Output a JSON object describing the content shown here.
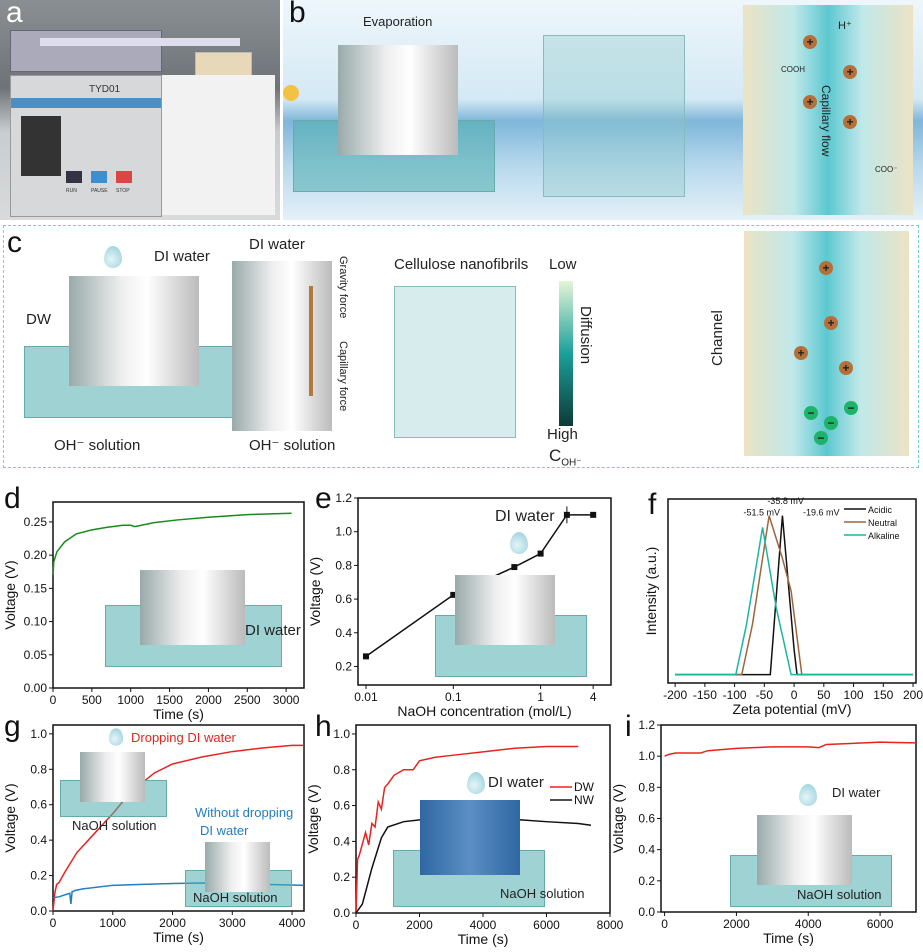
{
  "panels": {
    "a": {
      "label": "a",
      "device_model": "TYD01",
      "buttons": [
        "RUN",
        "PAUSE",
        "STOP"
      ]
    },
    "b": {
      "label": "b",
      "evaporation": "Evaporation",
      "capillary_flow": "Capillary flow",
      "h_plus": "H⁺",
      "cooh": "COOH",
      "coo_minus": "COO⁻"
    },
    "c": {
      "label": "c",
      "di_water_1": "DI water",
      "dw": "DW",
      "oh_solution_1": "OH⁻ solution",
      "di_water_2": "DI water",
      "gravity_force": "Gravity force",
      "capillary_force": "Capillary force",
      "oh_solution_2": "OH⁻ solution",
      "cellulose": "Cellulose nanofibrils",
      "low": "Low",
      "high": "High",
      "diffusion": "Diffusion",
      "c_oh": "C",
      "c_oh_sub": "OH⁻",
      "channel": "Channel"
    },
    "d": {
      "label": "d",
      "inset": "DI water"
    },
    "e": {
      "label": "e",
      "inset": "DI water"
    },
    "f": {
      "label": "f"
    },
    "g": {
      "label": "g",
      "inset1": "Dropping DI water",
      "inset2a": "Without dropping",
      "inset2b": "DI water",
      "naoh1": "NaOH solution",
      "naoh2": "NaOH solution"
    },
    "h": {
      "label": "h",
      "inset": "DI water",
      "naoh": "NaOH solution"
    },
    "i": {
      "label": "i",
      "inset": "DI water",
      "naoh": "NaOH solution"
    }
  },
  "colors": {
    "green": "#1a8a1a",
    "red": "#e8231f",
    "blue": "#1f7fc0",
    "black": "#111111",
    "brown": "#a0643c",
    "teal": "#1bb5a5"
  },
  "chart_data": [
    {
      "id": "d",
      "type": "line",
      "xlabel": "Time (s)",
      "ylabel": "Voltage (V)",
      "xlim": [
        0,
        3230
      ],
      "ylim": [
        0,
        0.28
      ],
      "xticks": [
        0,
        500,
        1000,
        1500,
        2000,
        2500,
        3000
      ],
      "yticks": [
        0,
        0.05,
        0.1,
        0.15,
        0.2,
        0.25
      ],
      "ydec": 2,
      "series": [
        {
          "name": "DI water",
          "color": "#1a8a1a",
          "x": [
            0,
            10,
            50,
            150,
            300,
            500,
            700,
            900,
            1000,
            1050,
            1100,
            1300,
            1600,
            2000,
            2500,
            3070
          ],
          "y": [
            0.17,
            0.19,
            0.205,
            0.22,
            0.232,
            0.238,
            0.242,
            0.245,
            0.245,
            0.243,
            0.244,
            0.249,
            0.253,
            0.257,
            0.261,
            0.263
          ]
        }
      ]
    },
    {
      "id": "e",
      "type": "line",
      "xscale": "log",
      "xlabel": "NaOH concentration (mol/L)",
      "ylabel": "Voltage (V)",
      "xlim": [
        0.0081,
        6.4
      ],
      "ylim": [
        0.09,
        1.2
      ],
      "xticks": [
        0.01,
        0.1,
        1,
        4
      ],
      "xticklabels": [
        "0.01",
        "0.1",
        "1",
        "4"
      ],
      "yticks": [
        0.2,
        0.4,
        0.6,
        0.8,
        1.0,
        1.2
      ],
      "ydec": 1,
      "series": [
        {
          "name": "voltage",
          "color": "#111111",
          "markers": true,
          "x": [
            0.01,
            0.1,
            0.5,
            1,
            2,
            4
          ],
          "y": [
            0.26,
            0.625,
            0.79,
            0.87,
            1.1,
            1.1
          ],
          "err": [
            0.01,
            0.01,
            0.01,
            0.01,
            0.05,
            0.01
          ]
        }
      ]
    },
    {
      "id": "f",
      "type": "line",
      "xlabel": "Zeta potential (mV)",
      "ylabel": "Intensity (a.u.)",
      "xlim": [
        -212,
        205
      ],
      "ylim": [
        0,
        1.1
      ],
      "xticks": [
        -200,
        -150,
        -100,
        -50,
        0,
        50,
        100,
        150,
        200
      ],
      "yticks": [],
      "legend": "top-right",
      "annotations": [
        {
          "text": "-35.8 mV",
          "x": -45,
          "y": 1.07
        },
        {
          "text": "-51.5 mV",
          "x": -85,
          "y": 1.0
        },
        {
          "text": "-19.6 mV",
          "x": 15,
          "y": 1.0
        }
      ],
      "series": [
        {
          "name": "Acidic",
          "color": "#111111",
          "x": [
            -200,
            -40,
            -19.6,
            0,
            5,
            200
          ],
          "y": [
            0.05,
            0.05,
            1.0,
            0.2,
            0.05,
            0.05
          ]
        },
        {
          "name": "Neutral",
          "color": "#a0643c",
          "x": [
            -200,
            -88,
            -70,
            -42,
            -20,
            -5,
            13,
            200
          ],
          "y": [
            0.05,
            0.05,
            0.35,
            1.0,
            0.75,
            0.55,
            0.05,
            0.05
          ]
        },
        {
          "name": "Alkaline",
          "color": "#1bb5a5",
          "x": [
            -200,
            -98,
            -80,
            -53,
            -30,
            -5,
            200
          ],
          "y": [
            0.05,
            0.05,
            0.35,
            0.93,
            0.45,
            0.05,
            0.05
          ]
        }
      ]
    },
    {
      "id": "g",
      "type": "line",
      "xlabel": "Time (s)",
      "ylabel": "Voltage (V)",
      "xlim": [
        0,
        4200
      ],
      "ylim": [
        0,
        1.05
      ],
      "xticks": [
        0,
        1000,
        2000,
        3000,
        4000
      ],
      "yticks": [
        0,
        0.2,
        0.4,
        0.6,
        0.8,
        1.0
      ],
      "ydec": 1,
      "series": [
        {
          "name": "Dropping DI water",
          "color": "#e8231f",
          "x": [
            0,
            30,
            60,
            100,
            200,
            400,
            700,
            1000,
            1200,
            1400,
            1700,
            2000,
            2500,
            3000,
            3500,
            4000,
            4200
          ],
          "y": [
            0,
            0.1,
            0.15,
            0.16,
            0.22,
            0.33,
            0.44,
            0.55,
            0.63,
            0.7,
            0.78,
            0.83,
            0.87,
            0.9,
            0.92,
            0.935,
            0.935
          ]
        },
        {
          "name": "Without dropping DI water",
          "color": "#1f7fc0",
          "x": [
            0,
            100,
            280,
            300,
            320,
            340,
            360,
            500,
            1000,
            1500,
            2000,
            2500,
            3000,
            3500,
            4000,
            4200
          ],
          "y": [
            0.075,
            0.08,
            0.1,
            0.04,
            0.11,
            0.11,
            0.115,
            0.125,
            0.145,
            0.15,
            0.155,
            0.158,
            0.155,
            0.15,
            0.147,
            0.145
          ]
        }
      ]
    },
    {
      "id": "h",
      "type": "line",
      "xlabel": "Time (s)",
      "ylabel": "Voltage (V)",
      "xlim": [
        0,
        8000
      ],
      "ylim": [
        0,
        1.05
      ],
      "xticks": [
        0,
        2000,
        4000,
        6000,
        8000
      ],
      "yticks": [
        0,
        0.2,
        0.4,
        0.6,
        0.8,
        1.0
      ],
      "ydec": 1,
      "legend": "right",
      "series": [
        {
          "name": "DW",
          "color": "#e8231f",
          "x": [
            0,
            50,
            100,
            300,
            400,
            500,
            600,
            700,
            800,
            900,
            1000,
            1200,
            1500,
            1800,
            2000,
            2500,
            3000,
            4000,
            5000,
            6000,
            7000
          ],
          "y": [
            0,
            0.3,
            0.32,
            0.45,
            0.38,
            0.5,
            0.48,
            0.62,
            0.58,
            0.7,
            0.72,
            0.77,
            0.8,
            0.8,
            0.85,
            0.87,
            0.88,
            0.9,
            0.92,
            0.93,
            0.93
          ]
        },
        {
          "name": "NW",
          "color": "#111111",
          "x": [
            0,
            200,
            500,
            800,
            1000,
            1500,
            2000,
            3000,
            4000,
            5000,
            5050,
            5200,
            6000,
            7000,
            7400
          ],
          "y": [
            0,
            0.05,
            0.25,
            0.42,
            0.48,
            0.51,
            0.52,
            0.52,
            0.5,
            0.48,
            0.52,
            0.52,
            0.51,
            0.5,
            0.49
          ]
        }
      ]
    },
    {
      "id": "i",
      "type": "line",
      "xlabel": "Time (s)",
      "ylabel": "Voltage (V)",
      "xlim": [
        -100,
        7000
      ],
      "ylim": [
        0,
        1.2
      ],
      "xticks": [
        0,
        2000,
        4000,
        6000
      ],
      "yticks": [
        0,
        0.2,
        0.4,
        0.6,
        0.8,
        1.0,
        1.2
      ],
      "ydec": 1,
      "series": [
        {
          "name": "DI water",
          "color": "#e8231f",
          "x": [
            0,
            100,
            300,
            1000,
            1200,
            1500,
            2000,
            3000,
            4000,
            4300,
            4500,
            5000,
            6000,
            7000
          ],
          "y": [
            1.0,
            1.01,
            1.02,
            1.02,
            1.035,
            1.04,
            1.05,
            1.06,
            1.06,
            1.055,
            1.075,
            1.08,
            1.09,
            1.085
          ]
        }
      ]
    }
  ]
}
